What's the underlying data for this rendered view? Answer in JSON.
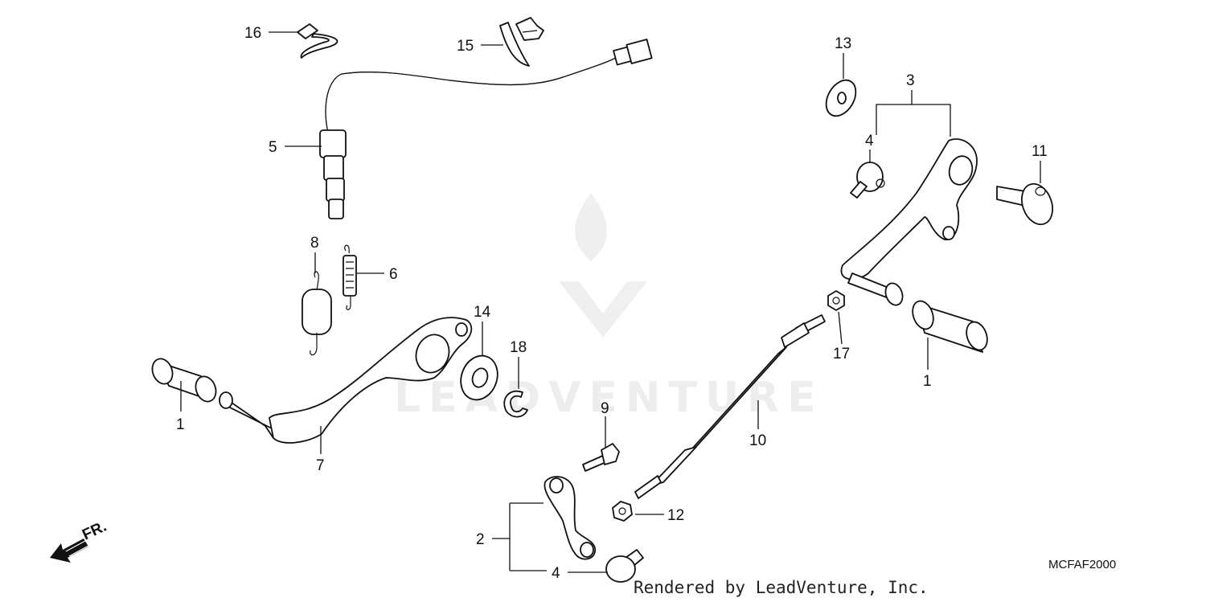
{
  "callouts": [
    {
      "id": "c16",
      "text": "16"
    },
    {
      "id": "c15",
      "text": "15"
    },
    {
      "id": "c5",
      "text": "5"
    },
    {
      "id": "c8",
      "text": "8"
    },
    {
      "id": "c6",
      "text": "6"
    },
    {
      "id": "c14",
      "text": "14"
    },
    {
      "id": "c18",
      "text": "18"
    },
    {
      "id": "c1a",
      "text": "1"
    },
    {
      "id": "c7",
      "text": "7"
    },
    {
      "id": "c9",
      "text": "9"
    },
    {
      "id": "c10",
      "text": "10"
    },
    {
      "id": "c2",
      "text": "2"
    },
    {
      "id": "c4a",
      "text": "4"
    },
    {
      "id": "c12",
      "text": "12"
    },
    {
      "id": "c13",
      "text": "13"
    },
    {
      "id": "c3",
      "text": "3"
    },
    {
      "id": "c4b",
      "text": "4"
    },
    {
      "id": "c11",
      "text": "11"
    },
    {
      "id": "c17",
      "text": "17"
    },
    {
      "id": "c1b",
      "text": "1"
    }
  ],
  "direction_label": "FR.",
  "diagram_code": "MCFAF2000",
  "credit": "Rendered by LeadVenture, Inc.",
  "watermark": "LEADVENTURE"
}
